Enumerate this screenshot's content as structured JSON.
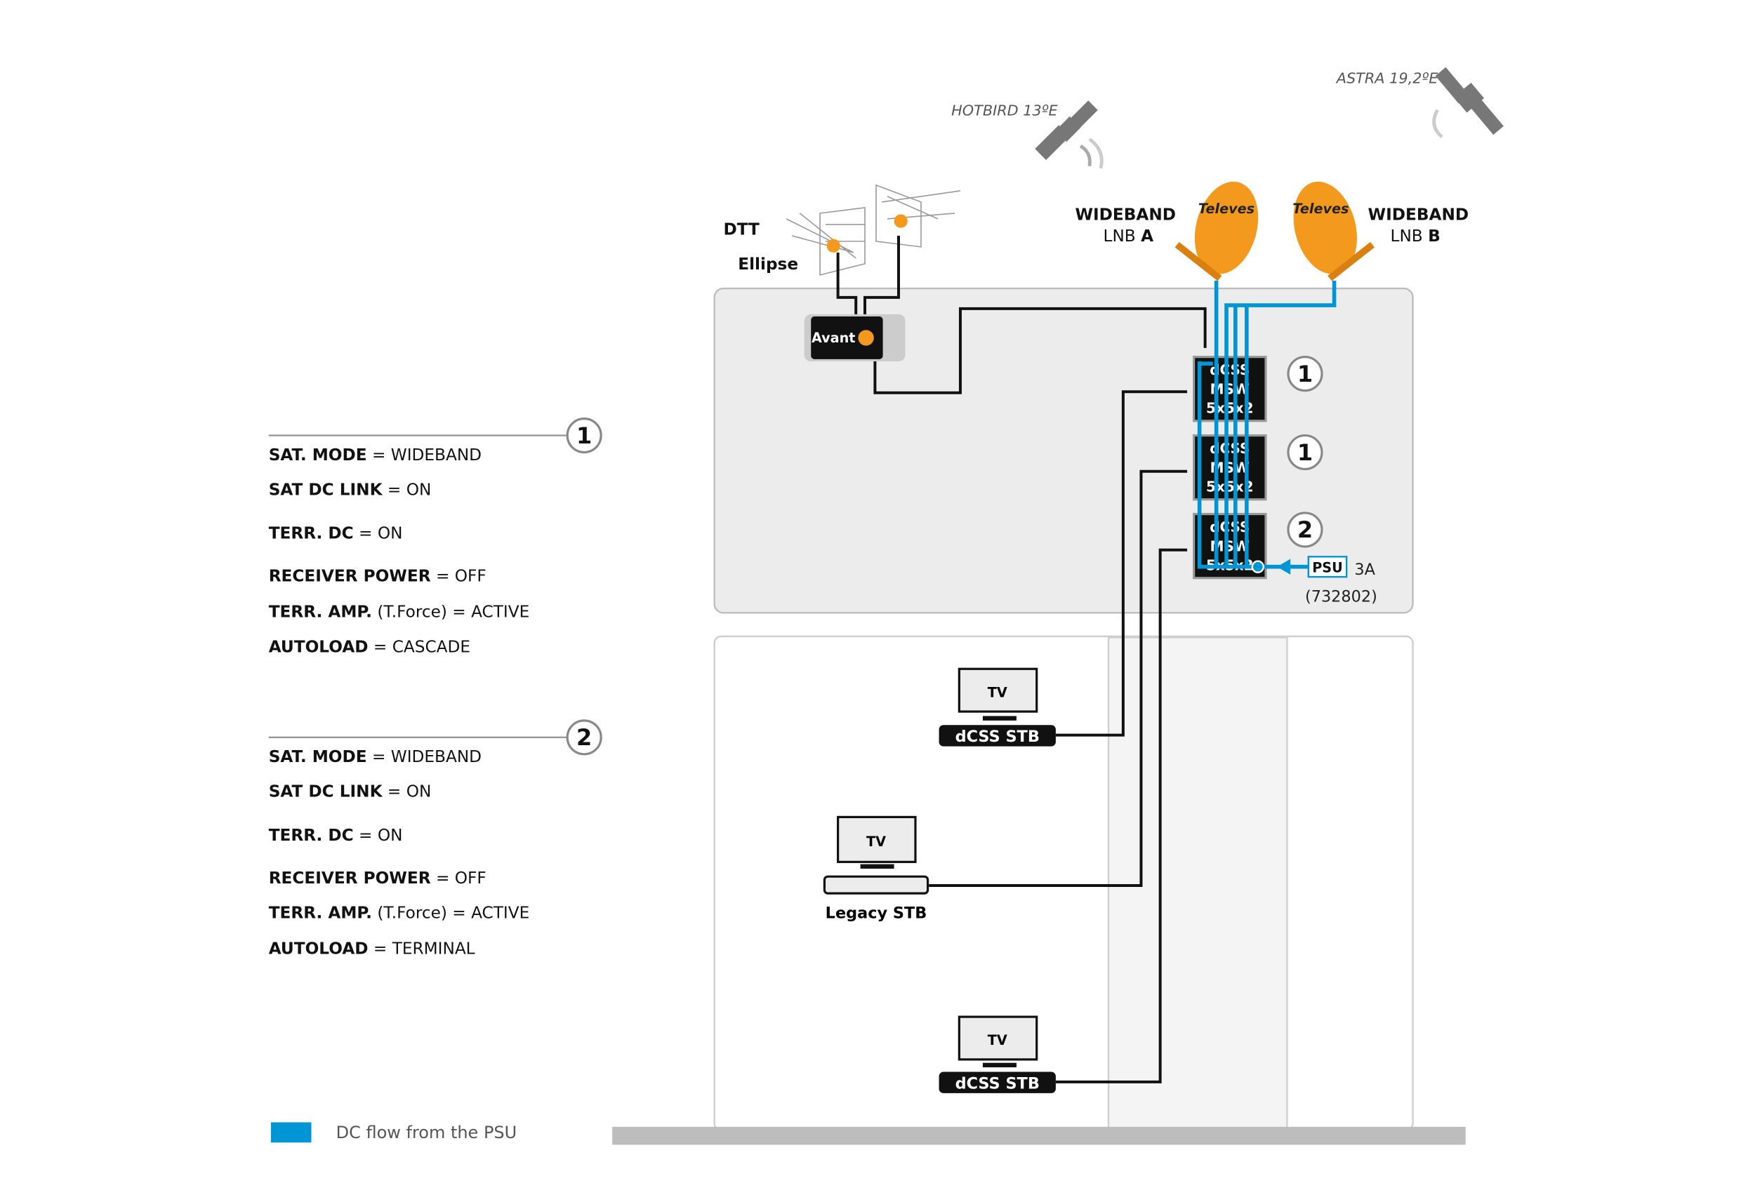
{
  "colors": {
    "dc_flow": "#0096d6",
    "dish": "#f39a1e",
    "cable": "#111111",
    "room_fill": "#ececec"
  },
  "satellites": [
    {
      "label": "HOTBIRD 13ºE",
      "icon": "satellite-icon"
    },
    {
      "label": "ASTRA 19,2ºE",
      "icon": "satellite-icon"
    }
  ],
  "antennas": {
    "dtt_label": "DTT",
    "ellipse_label": "Ellipse",
    "amplifier_brand": "Avant"
  },
  "lnb_a": {
    "line1": "WIDEBAND",
    "line2_prefix": "LNB ",
    "line2_letter": "A",
    "dish_brand": "Televes"
  },
  "lnb_b": {
    "line1": "WIDEBAND",
    "line2_prefix": "LNB ",
    "line2_letter": "B",
    "dish_brand": "Televes"
  },
  "multiswitches": [
    {
      "l1": "dCSS",
      "l2": "MSW",
      "l3": "5x5x2",
      "config": "1"
    },
    {
      "l1": "dCSS",
      "l2": "MSW",
      "l3": "5x5x2",
      "config": "1"
    },
    {
      "l1": "dCSS",
      "l2": "MSW",
      "l3": "5x5x2",
      "config": "2"
    }
  ],
  "psu": {
    "label": "PSU",
    "current": "3A",
    "ref": "(732802)"
  },
  "receivers": [
    {
      "tv": "TV",
      "stb": "dCSS STB"
    },
    {
      "tv": "TV",
      "stb": "Legacy STB"
    },
    {
      "tv": "TV",
      "stb": "dCSS STB"
    }
  ],
  "configs": [
    {
      "number": "1",
      "settings": [
        {
          "key": "SAT. MODE",
          "value": " = WIDEBAND"
        },
        {
          "key": "SAT DC LINK",
          "value": " = ON"
        },
        {
          "key": "TERR. DC",
          "value": " = ON"
        },
        {
          "key": "RECEIVER POWER",
          "value": " = OFF"
        },
        {
          "key": "TERR. AMP.",
          "value": " (T.Force) = ACTIVE"
        },
        {
          "key": "AUTOLOAD",
          "value": " = CASCADE"
        }
      ]
    },
    {
      "number": "2",
      "settings": [
        {
          "key": "SAT. MODE",
          "value": " = WIDEBAND"
        },
        {
          "key": "SAT DC LINK",
          "value": " = ON"
        },
        {
          "key": "TERR. DC",
          "value": " = ON"
        },
        {
          "key": "RECEIVER POWER",
          "value": " = OFF"
        },
        {
          "key": "TERR. AMP.",
          "value": " (T.Force) = ACTIVE"
        },
        {
          "key": "AUTOLOAD",
          "value": " = TERMINAL"
        }
      ]
    }
  ],
  "legend": {
    "label": "DC flow from the PSU"
  }
}
